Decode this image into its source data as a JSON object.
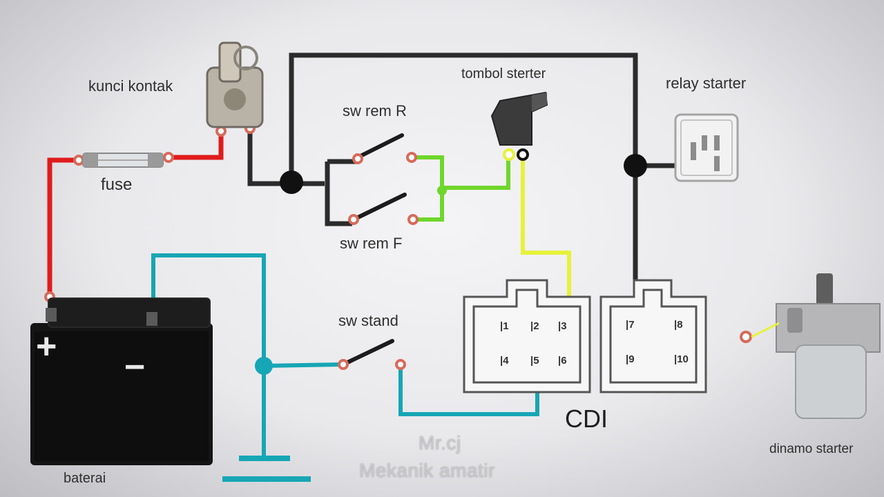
{
  "labels": {
    "kunci_kontak": "kunci kontak",
    "fuse": "fuse",
    "tombol_sterter": "tombol sterter",
    "relay_starter": "relay starter",
    "sw_rem_r": "sw rem R",
    "sw_rem_f": "sw rem F",
    "sw_stand": "sw stand",
    "cdi": "CDI",
    "baterai": "baterai",
    "dinamo_starter": "dinamo starter"
  },
  "watermark": {
    "line1": "Mr.cj",
    "line2": "Mekanik amatir"
  },
  "battery": {
    "plus": "+",
    "minus": "−"
  },
  "cdi_pins": {
    "p1": "|1",
    "p2": "|2",
    "p3": "|3",
    "p4": "|4",
    "p5": "|5",
    "p6": "|6",
    "p7": "|7",
    "p8": "|8",
    "p9": "|9",
    "p10": "|10"
  },
  "colors": {
    "positive_wire": "#e01c1c",
    "ground_wire": "#17a6b5",
    "switch_wire": "#6fd62a",
    "starter_signal_wire": "#e6f23a",
    "common_wire": "#2b2b2b",
    "terminal": "#d86a5a"
  }
}
